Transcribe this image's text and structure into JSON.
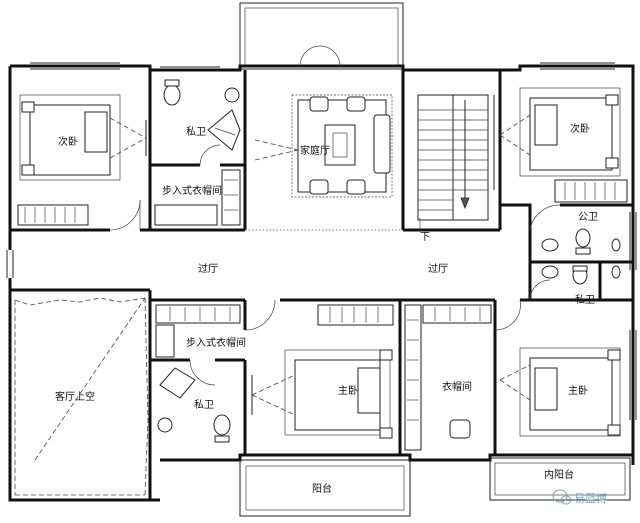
{
  "rooms": {
    "secondary_bedroom_left": "次卧",
    "private_bath_top": "私卫",
    "walkin_closet_top": "步入式衣帽间",
    "family_hall": "家庭厅",
    "secondary_bedroom_right": "次卧",
    "public_bath": "公卫",
    "private_bath_right": "私卫",
    "corridor_left": "过厅",
    "corridor_right": "过厅",
    "stair_down": "下",
    "living_void": "客厅上空",
    "walkin_closet_bottom": "步入式衣帽间",
    "private_bath_bottom": "私卫",
    "master_bedroom_center": "主卧",
    "closet": "衣帽间",
    "master_bedroom_right": "主卧",
    "balcony": "阳台",
    "inner_balcony": "内阳台"
  },
  "watermark": {
    "text": "易蓝博",
    "icon": "wechat-icon"
  }
}
